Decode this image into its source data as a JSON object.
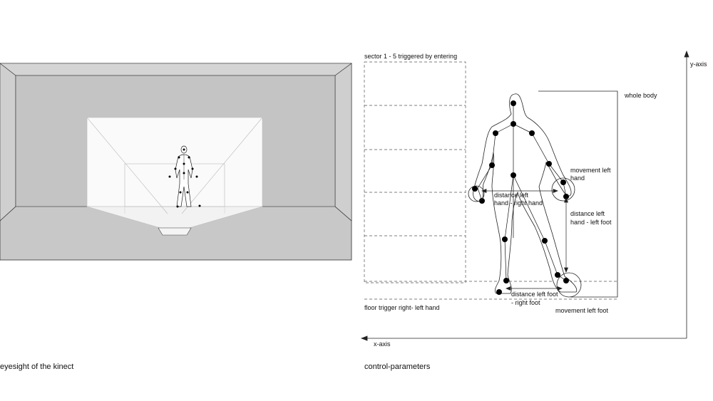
{
  "left_panel": {
    "caption": "eyesight of the kinect"
  },
  "right_panel": {
    "caption": "control-parameters",
    "sector_label": "sector 1 - 5 triggered by  entering",
    "whole_body_label": "whole body",
    "movement_left_hand_label_1": "movement left",
    "movement_left_hand_label_2": "hand",
    "distance_hands_label_1": "distance left",
    "distance_hands_label_2": "hand - right hand",
    "distance_hand_foot_label_1": "distance left",
    "distance_hand_foot_label_2": "hand - left foot",
    "distance_feet_label_1": "distance left foot",
    "distance_feet_label_2": "- right foot",
    "movement_left_foot_label": "movement left foot",
    "floor_trigger_label": "floor trigger right- left hand",
    "x_axis_label": "x-axis",
    "y_axis_label": "y-axis"
  },
  "colors": {
    "room_gray": "#c8c8c8",
    "wall_gray": "#bdbdbd",
    "line": "#222222",
    "joint": "#000000"
  }
}
